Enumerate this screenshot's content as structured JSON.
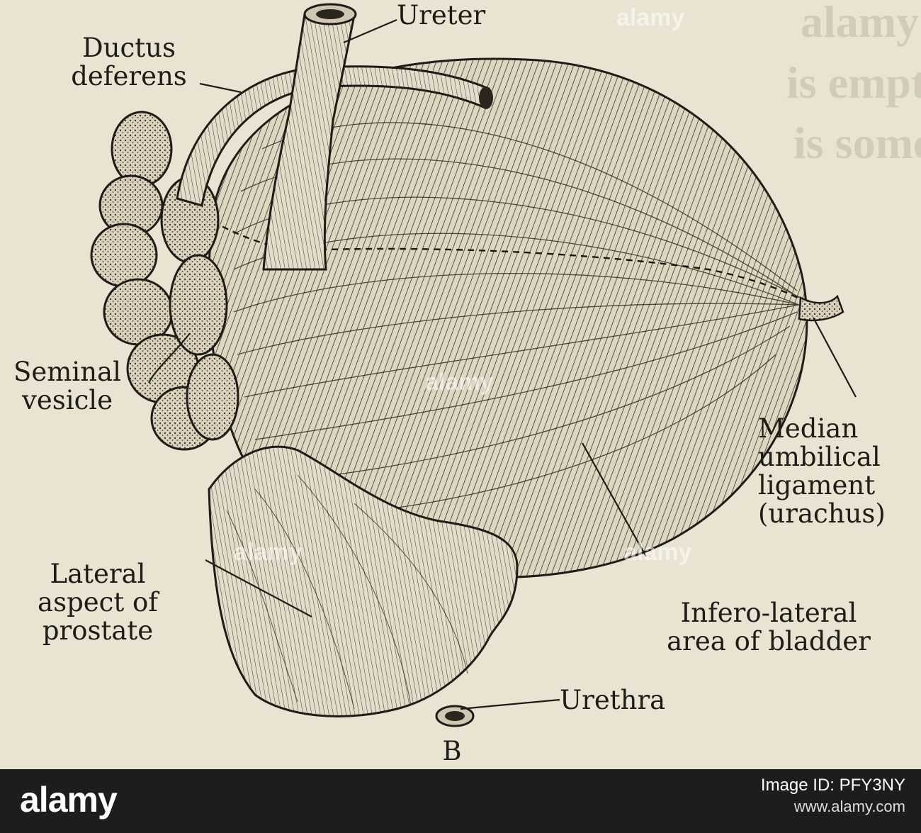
{
  "figure": {
    "labels": {
      "ureter": "Ureter",
      "ductus_deferens": [
        "Ductus",
        "deferens"
      ],
      "seminal_vesicle": [
        "Seminal",
        "vesicle"
      ],
      "median_umbilical_ligament": [
        "Median",
        "umbilical",
        "ligament",
        "(urachus)"
      ],
      "lateral_aspect_of_prostate": [
        "Lateral",
        "aspect of",
        "prostate"
      ],
      "infero_lateral_area": [
        "Infero-lateral",
        "area of bladder"
      ],
      "urethra": "Urethra",
      "panel_letter": "B"
    },
    "watermark": "alamy"
  },
  "footer": {
    "logo": "alamy",
    "image_id": "Image ID: PFY3NY",
    "url": "www.alamy.com"
  }
}
